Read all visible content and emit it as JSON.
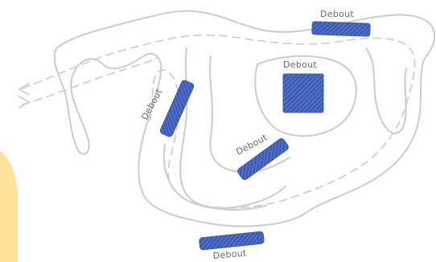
{
  "colors": {
    "background": "#ffffff",
    "outline": "#cfcfcf",
    "route": "#cfcfcf",
    "zone_fill": "#3d5cb5",
    "zone_hatch": "#6f8bd6",
    "label": "#6b6b6b",
    "accent_bar": "#ffe29a"
  },
  "diagram": {
    "zones": [
      {
        "id": "zone-top-right",
        "label": "Debout"
      },
      {
        "id": "zone-center-square",
        "label": "Debout"
      },
      {
        "id": "zone-left-diagonal",
        "label": "Debout"
      },
      {
        "id": "zone-middle-diagonal",
        "label": "Debout"
      },
      {
        "id": "zone-bottom",
        "label": "Debout"
      }
    ],
    "route_arrows": {
      "direction_icons": [
        "arrow-left-icon",
        "arrow-right-icon"
      ]
    }
  }
}
